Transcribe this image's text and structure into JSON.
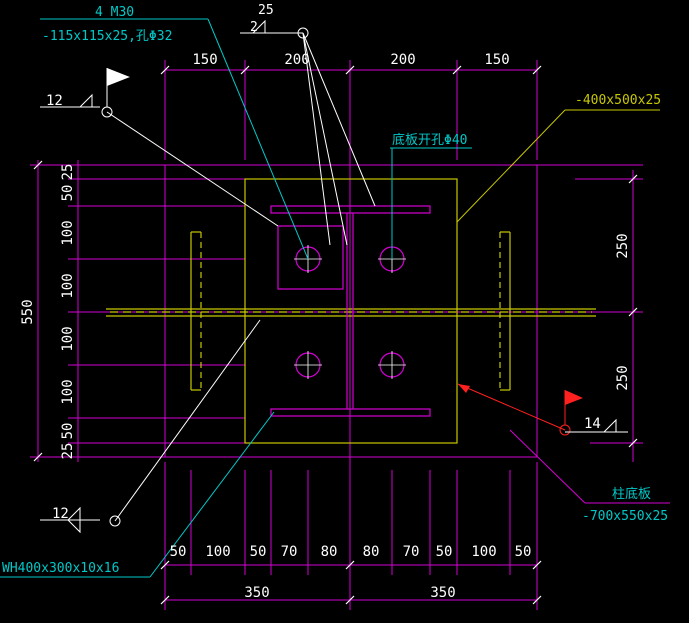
{
  "colors": {
    "background": "#000000",
    "dimension_line": "#d400d4",
    "plate": "#c8c800",
    "annotation_cyan": "#00c8c8",
    "weld_symbol": "#ffffff",
    "leader_red": "#ff2020",
    "bolt": "#d400d4"
  },
  "top_labels": {
    "anchor_bolt": "4 M30",
    "anchor_plate": "-115x115x25,孔Φ32",
    "weld_size": "25",
    "weld_count": "2"
  },
  "right_labels": {
    "cap_plate": "-400x500x25",
    "base_hole": "底板开孔Φ40",
    "column_plate_title": "柱底板",
    "column_plate_size": "-700x550x25"
  },
  "weld_marks": {
    "top_left": "12",
    "right": "14",
    "bottom_left": "12"
  },
  "member_label": "WH400x300x10x16",
  "dims_top": [
    "150",
    "200",
    "200",
    "150"
  ],
  "dims_bottom_fine": [
    "50",
    "100",
    "50",
    "70",
    "80",
    "80",
    "70",
    "50",
    "100",
    "50"
  ],
  "dims_bottom_main": [
    "350",
    "350"
  ],
  "dims_left_fine": [
    "25",
    "50",
    "100",
    "100",
    "100",
    "100",
    "50",
    "25"
  ],
  "dims_left_total": "550",
  "dims_right": [
    "250",
    "250"
  ]
}
